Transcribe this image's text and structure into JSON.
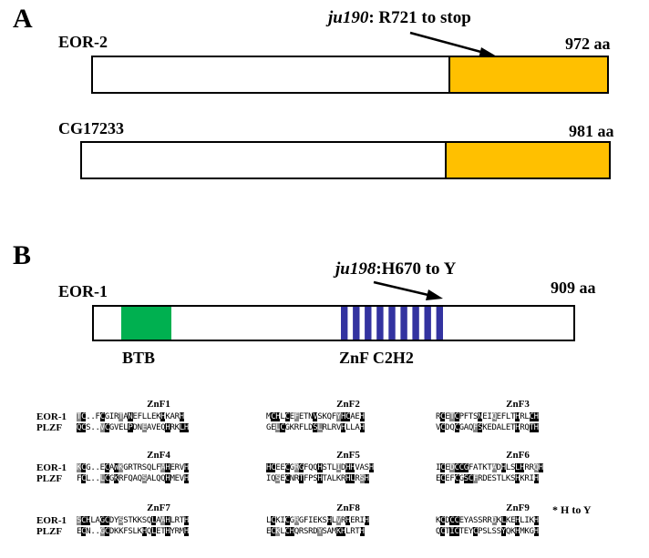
{
  "panelA": {
    "letter": "A",
    "mutation_gene": "ju190",
    "mutation_rest": ": R721 to stop",
    "proteins": [
      {
        "name": "EOR-2",
        "length": "972 aa",
        "domain_color": "#FFC000"
      },
      {
        "name": "CG17233",
        "length": "981 aa",
        "domain_color": "#FFC000"
      }
    ]
  },
  "panelB": {
    "letter": "B",
    "protein": "EOR-1",
    "length": "909 aa",
    "mutation_gene": "ju198",
    "mutation_rest": ":H670 to Y",
    "btb_label": "BTB",
    "btb_color": "#00B050",
    "znf_label": "ZnF C2H2",
    "znf_color": "#3333A0",
    "znf_count": 9
  },
  "alignment": {
    "row_names": [
      "EOR-1",
      "PLZF"
    ],
    "note": "* H to Y",
    "groups": [
      {
        "title": "ZnF1",
        "rows": [
          "TC|..|FCG|IRTANEF|LLEKHKARH",
          "QCS|..|VCG|VELPDNEAVE|QHRKLH"
        ]
      },
      {
        "title": "ZnF2",
        "rows": [
          "MCH|LCEFETNVSKQFY|HCAEH",
          "GEL|CGKRFLDSLRLRVHLLAH"
        ]
      },
      {
        "title": "ZnF3",
        "rows": [
          "RCETCPFTSNEIQEFL|THRLCH",
          "VCD|QCGAQFSKEDALETHRQTH"
        ]
      },
      {
        "title": "ZnF4",
        "rows": [
          "KCG|..|ECAWKGRTRSQLFAHERVH",
          "FCL|..|LCGKRFQAQSALQQHMEVH"
        ]
      },
      {
        "title": "ZnF5",
        "rows": [
          "HCEECGRGFQQHSTLIDHHVASH",
          "IQSECNRTFPSHTALKRHLRSH"
        ]
      },
      {
        "title": "ZnF6",
        "rows": [
          "ICEDCCGFATKTADHLSLHRRQH",
          "ECEFCGSCFRDESTLKSHKRIH"
        ]
      },
      {
        "title": "ZnF7",
        "rows": [
          "SCHLAGCDYSSTKKSQLAAHLRTH",
          "ECN|..|GCDKKFSLKHQLETHYRMH"
        ]
      },
      {
        "title": "ZnF8",
        "rows": [
          "LCKICGRGFIEKSHLVRHERIH",
          "ECKLCHQRSRDYSAMKHLRTH"
        ]
      },
      {
        "title": "ZnF9",
        "rows": [
          "KCDCCEYASSRRDKLKEHLIKH",
          "QCTICTEYCPSLSSYQKHMKGH"
        ]
      }
    ]
  }
}
